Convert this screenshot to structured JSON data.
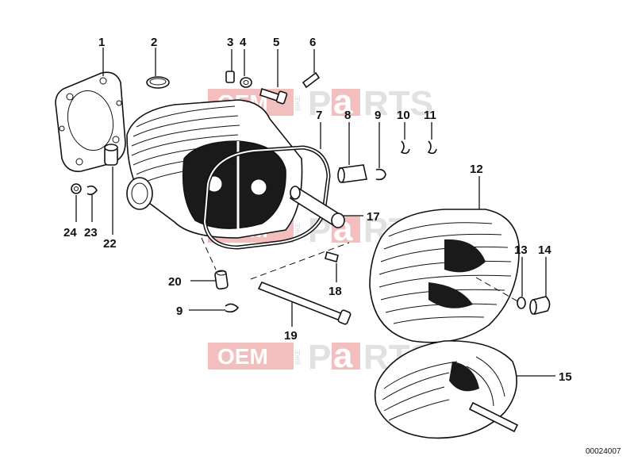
{
  "diagram_code": "00024007",
  "watermark": {
    "brand_left": "OEM",
    "brand_small": "BIKE",
    "brand_p": "P",
    "brand_a": "a",
    "brand_rest": "RTS",
    "colors": {
      "red": "#e03a3a",
      "light_red": "#f2b4b4",
      "grey": "#d9d9d9"
    }
  },
  "callouts": [
    {
      "id": "1",
      "label": "1"
    },
    {
      "id": "2",
      "label": "2"
    },
    {
      "id": "3",
      "label": "3"
    },
    {
      "id": "4",
      "label": "4"
    },
    {
      "id": "5",
      "label": "5"
    },
    {
      "id": "6",
      "label": "6"
    },
    {
      "id": "7",
      "label": "7"
    },
    {
      "id": "8",
      "label": "8"
    },
    {
      "id": "9a",
      "label": "9"
    },
    {
      "id": "10",
      "label": "10"
    },
    {
      "id": "11",
      "label": "11"
    },
    {
      "id": "12",
      "label": "12"
    },
    {
      "id": "13",
      "label": "13"
    },
    {
      "id": "14",
      "label": "14"
    },
    {
      "id": "15",
      "label": "15"
    },
    {
      "id": "17",
      "label": "17"
    },
    {
      "id": "18",
      "label": "18"
    },
    {
      "id": "19",
      "label": "19"
    },
    {
      "id": "20",
      "label": "20"
    },
    {
      "id": "9b",
      "label": "9"
    },
    {
      "id": "22",
      "label": "22"
    },
    {
      "id": "23",
      "label": "23"
    },
    {
      "id": "24",
      "label": "24"
    }
  ]
}
